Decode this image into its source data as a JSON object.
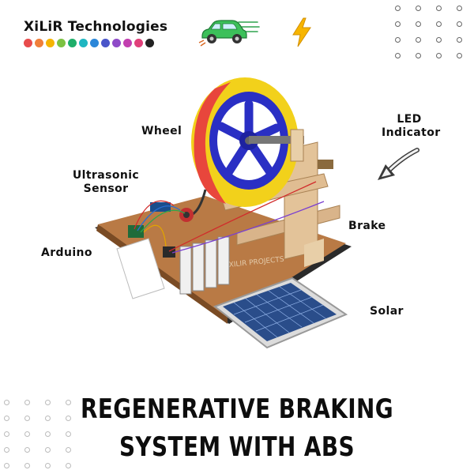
{
  "brand": {
    "name": "XiLiR Technologies",
    "palette": [
      "#e84c4c",
      "#f07f3a",
      "#f5b400",
      "#7cc242",
      "#1fae6a",
      "#1fb6c1",
      "#2b87d9",
      "#4a55c9",
      "#8f4bc8",
      "#c23fb0",
      "#e0407a",
      "#222222"
    ]
  },
  "icons": {
    "car": "green-car-icon",
    "bolt": "lightning-bolt-icon",
    "arrow": "curved-arrow-icon"
  },
  "labels": {
    "wheel": "Wheel",
    "led_line1": "LED",
    "led_line2": "Indicator",
    "ultrasonic_line1": "Ultrasonic",
    "ultrasonic_line2": "Sensor",
    "brake": "Brake",
    "arduino": "Arduino",
    "solar": "Solar"
  },
  "device": {
    "watermark": "XILIR PROJECTS"
  },
  "title": {
    "line1": "REGENERATIVE BRAKING",
    "line2": "SYSTEM WITH ABS"
  }
}
